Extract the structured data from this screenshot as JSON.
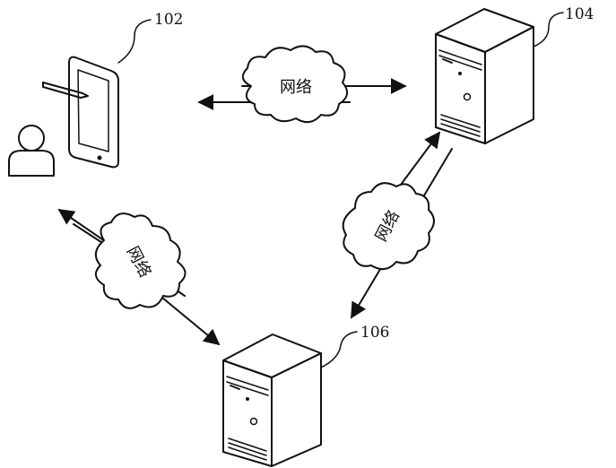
{
  "diagram": {
    "nodes": {
      "terminal": {
        "ref": "102",
        "icon": "tablet-with-user-icon"
      },
      "server_top": {
        "ref": "104",
        "icon": "server-tower-icon"
      },
      "server_bottom": {
        "ref": "106",
        "icon": "server-tower-icon"
      }
    },
    "links": [
      {
        "from": "terminal",
        "to": "server_top",
        "label": "网络"
      },
      {
        "from": "terminal",
        "to": "server_bottom",
        "label": "网络"
      },
      {
        "from": "server_bottom",
        "to": "server_top",
        "label": "网络"
      }
    ]
  }
}
